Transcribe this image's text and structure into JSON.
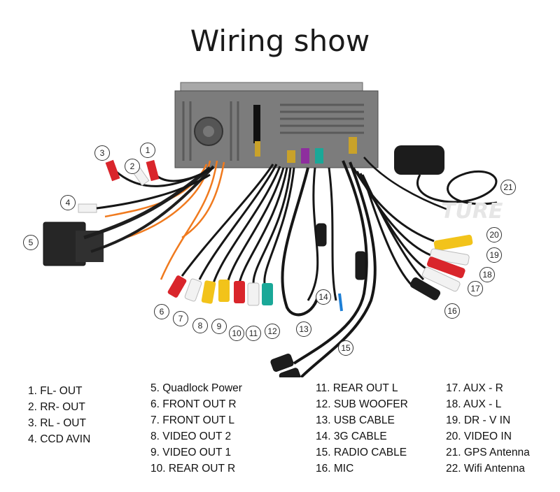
{
  "title": "Wiring show",
  "watermark": "TURE",
  "callouts": [
    "1",
    "2",
    "3",
    "4",
    "5",
    "6",
    "7",
    "8",
    "9",
    "10",
    "11",
    "12",
    "13",
    "14",
    "15",
    "16",
    "17",
    "18",
    "19",
    "20",
    "21"
  ],
  "legend": {
    "col1": [
      "1. FL- OUT",
      "2. RR- OUT",
      "3. RL - OUT",
      "4. CCD AVIN"
    ],
    "col2": [
      "5. Quadlock Power",
      "6. FRONT OUT R",
      "7. FRONT OUT L",
      "8. VIDEO OUT 2",
      "9. VIDEO OUT 1",
      "10. REAR OUT R"
    ],
    "col3": [
      "11. REAR OUT L",
      "12. SUB WOOFER",
      "13. USB CABLE",
      "14. 3G CABLE",
      "15. RADIO CABLE",
      "16. MIC"
    ],
    "col4": [
      "17. AUX - R",
      "18. AUX - L",
      "19. DR - V IN",
      "20. VIDEO IN",
      "21. GPS Antenna",
      "22. Wifi Antenna"
    ]
  },
  "colors": {
    "rca_red": "#d9252b",
    "rca_white": "#f2f2f2",
    "rca_yellow": "#f2c31a",
    "rca_teal": "#1aa898",
    "unit_gray": "#7c7c7c",
    "cable_black": "#161616",
    "wire_orange": "#f07a1e",
    "connector_purple": "#8e2e9e"
  }
}
